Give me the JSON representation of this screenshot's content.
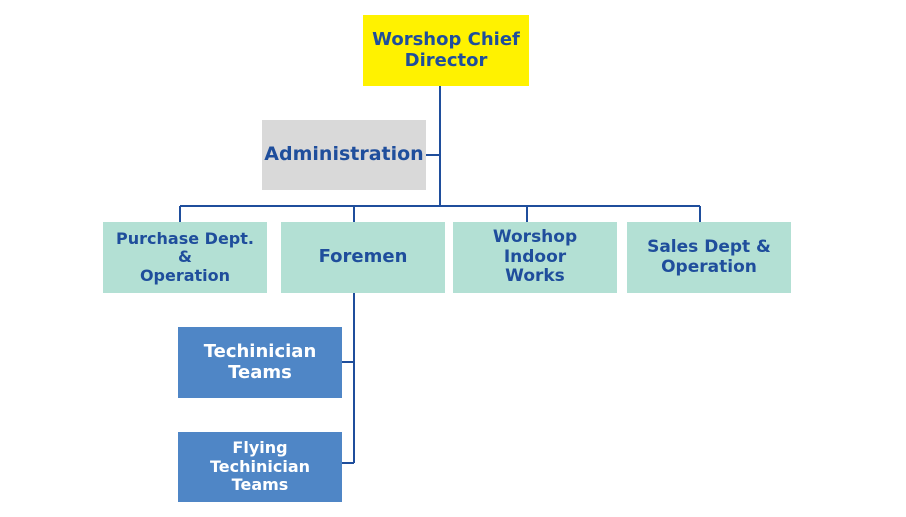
{
  "colors": {
    "connector": "#1f4e9c",
    "top": "#fff200",
    "admin": "#d9d9d9",
    "department": "#b3e0d4",
    "team": "#4f86c6",
    "label_dark": "#1f4e9c",
    "label_light": "#ffffff"
  },
  "chart": {
    "director": "Worshop Chief\nDirector",
    "administration": "Administration",
    "departments": [
      "Purchase Dept. &\nOperation",
      "Foremen",
      "Worshop Indoor\nWorks",
      "Sales Dept &\nOperation"
    ],
    "teams": [
      "Techinician\nTeams",
      "Flying Techinician\nTeams"
    ]
  }
}
